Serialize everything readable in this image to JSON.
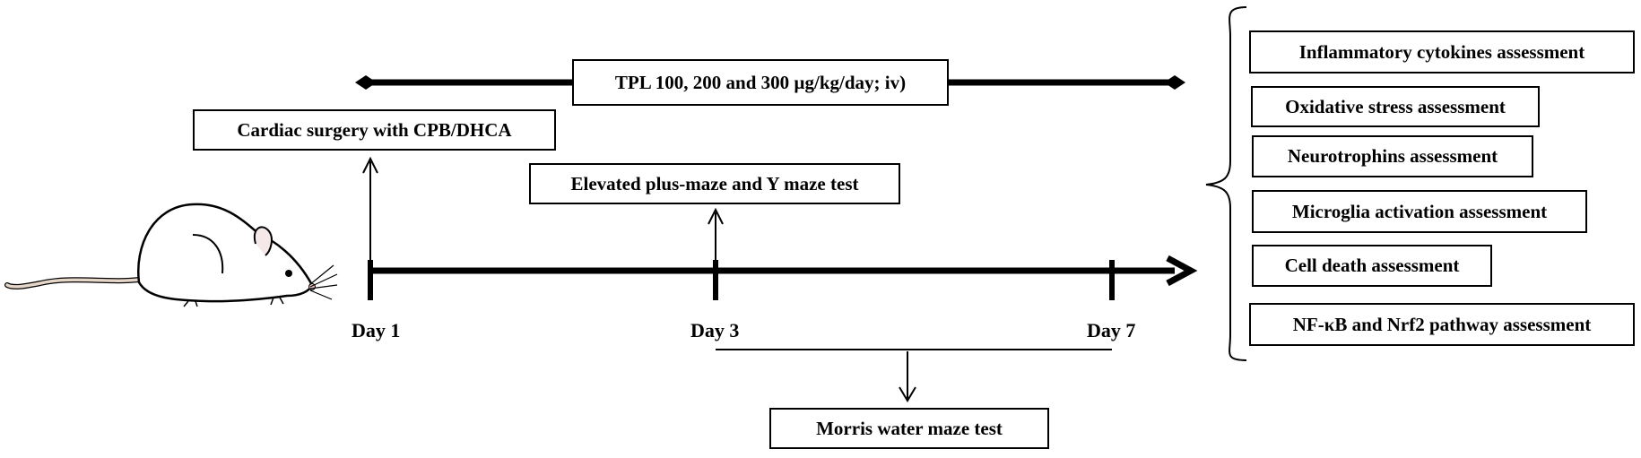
{
  "timeline": {
    "days": [
      "Day 1",
      "Day 3",
      "Day 7"
    ]
  },
  "treatment": {
    "label": "TPL 100, 200 and 300 µg/kg/day; iv)"
  },
  "events": {
    "surgery": "Cardiac surgery with CPB/DHCA",
    "maze": "Elevated plus-maze and Y maze test",
    "morris": "Morris water maze test"
  },
  "assessments": [
    "Inflammatory cytokines assessment",
    "Oxidative stress assessment",
    "Neurotrophins assessment",
    "Microglia activation assessment",
    "Cell death assessment",
    "NF-κB and Nrf2 pathway assessment"
  ],
  "colors": {
    "line": "#000000",
    "rat_body": "#ffffff",
    "rat_tail": "#e6d6c8",
    "rat_nose": "#f1c8c8"
  },
  "icons": {
    "subject": "rat-icon"
  }
}
